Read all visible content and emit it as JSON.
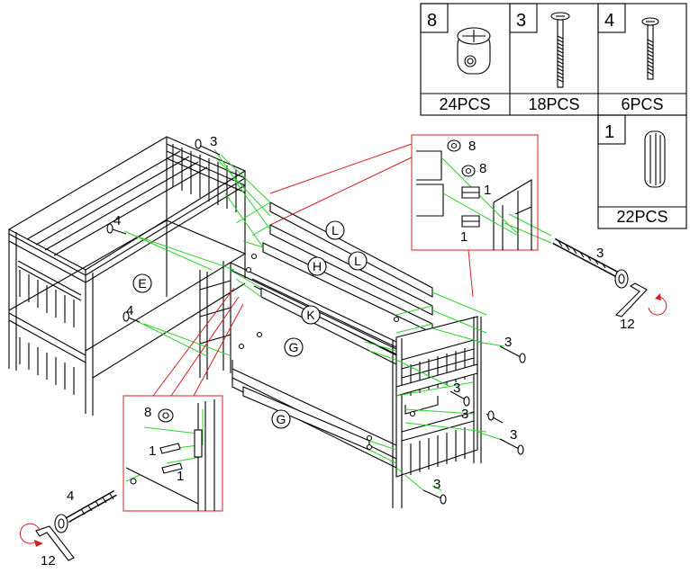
{
  "hardware_table": [
    {
      "index": "8",
      "count": "24PCS",
      "icon": "barrel-nut-icon"
    },
    {
      "index": "3",
      "count": "18PCS",
      "icon": "long-bolt-icon"
    },
    {
      "index": "4",
      "count": "6PCS",
      "icon": "short-bolt-icon"
    },
    {
      "index": "1",
      "count": "22PCS",
      "icon": "wooden-dowel-icon"
    }
  ],
  "callouts": {
    "top_right": {
      "nut_a": "8",
      "nut_b": "8",
      "dowel_a": "1",
      "dowel_b": "1"
    },
    "bottom_left": {
      "nut": "8",
      "dowel_a": "1",
      "dowel_b": "1"
    }
  },
  "bolt_labels": {
    "top": "3",
    "left_upper": "4",
    "left_lower": "4",
    "right_1": "3",
    "right_2": "3",
    "right_3": "3",
    "right_4": "3",
    "bottom": "3",
    "right_big": "3",
    "left_big": "4"
  },
  "allen_key_labels": {
    "right": "12",
    "left": "12"
  },
  "part_letters": [
    "E",
    "L",
    "H",
    "L",
    "K",
    "G",
    "G"
  ],
  "colors": {
    "guide_lines": "#2fd12f",
    "callout_frame": "#d21f1f",
    "arrow": "#d21f1f",
    "line_art": "#000000"
  }
}
